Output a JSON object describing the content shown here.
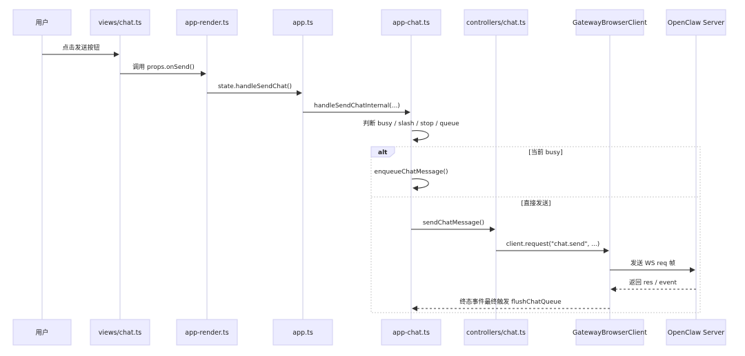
{
  "participants": [
    "用户",
    "views/chat.ts",
    "app-render.ts",
    "app.ts",
    "app-chat.ts",
    "controllers/chat.ts",
    "GatewayBrowserClient",
    "OpenClaw Server"
  ],
  "messages": [
    {
      "from": 0,
      "to": 1,
      "text": "点击发送按钮",
      "style": "solid"
    },
    {
      "from": 1,
      "to": 2,
      "text": "调用 props.onSend()",
      "style": "solid"
    },
    {
      "from": 2,
      "to": 3,
      "text": "state.handleSendChat()",
      "style": "solid"
    },
    {
      "from": 3,
      "to": 4,
      "text": "handleSendChatInternal(...)",
      "style": "solid"
    },
    {
      "from": 4,
      "to": 4,
      "text": "判断 busy / slash / stop / queue",
      "style": "self"
    },
    {
      "from": 4,
      "to": 4,
      "text": "enqueueChatMessage()",
      "style": "self"
    },
    {
      "from": 4,
      "to": 5,
      "text": "sendChatMessage()",
      "style": "solid"
    },
    {
      "from": 5,
      "to": 6,
      "text": "client.request(\"chat.send\", ...)",
      "style": "solid"
    },
    {
      "from": 6,
      "to": 7,
      "text": "发送 WS req 帧",
      "style": "solid"
    },
    {
      "from": 7,
      "to": 6,
      "text": "返回 res / event",
      "style": "dashed"
    },
    {
      "from": 6,
      "to": 4,
      "text": "终态事件最终触发 flushChatQueue",
      "style": "dashed"
    }
  ],
  "alt_frame": {
    "label": "alt",
    "condition_1": "[当前 busy]",
    "condition_2": "[直接发送]"
  }
}
